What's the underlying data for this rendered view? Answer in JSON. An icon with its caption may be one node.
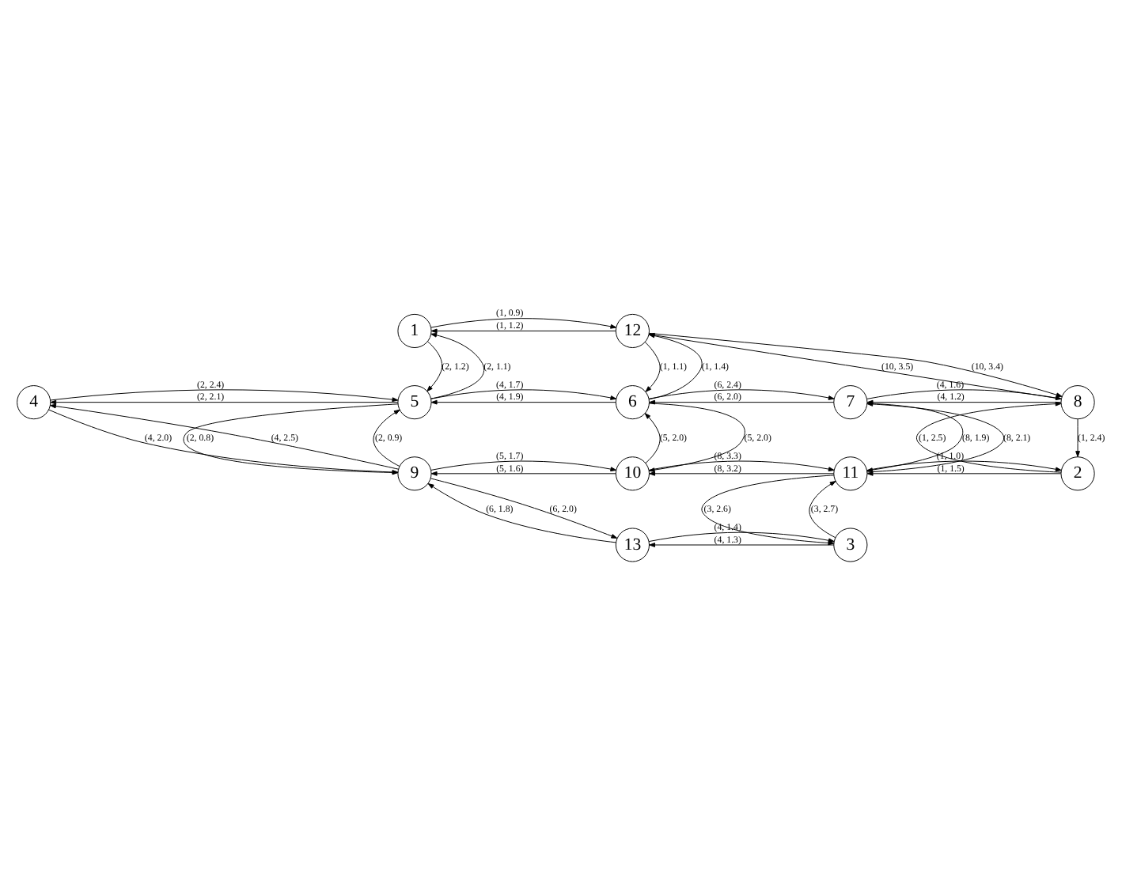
{
  "diagram": {
    "nodes": [
      {
        "text": [
          "1"
        ]
      },
      {
        "text": [
          "12"
        ]
      },
      {
        "text": [
          "4"
        ]
      },
      {
        "text": [
          "5"
        ]
      },
      {
        "text": [
          "6"
        ]
      },
      {
        "text": [
          "7"
        ]
      },
      {
        "text": [
          "8"
        ]
      },
      {
        "text": [
          "9"
        ]
      },
      {
        "text": [
          "10"
        ]
      },
      {
        "text": [
          "11"
        ]
      },
      {
        "text": [
          "2"
        ]
      },
      {
        "text": [
          "13"
        ]
      },
      {
        "text": [
          "3"
        ]
      }
    ],
    "edges": [
      {
        "from": 1,
        "to": 0,
        "arrow": "to",
        "label": "(1, 1.2)"
      },
      {
        "from": 0,
        "to": 1,
        "arrow": "to",
        "label": "(1, 0.9)"
      },
      {
        "from": 0,
        "to": 3,
        "arrow": "to",
        "label": "(2, 1.2)"
      },
      {
        "from": 3,
        "to": 0,
        "arrow": "to",
        "label": "(2, 1.1)"
      },
      {
        "from": 1,
        "to": 4,
        "arrow": "to",
        "label": "(1, 1.1)"
      },
      {
        "from": 4,
        "to": 1,
        "arrow": "to",
        "label": "(1, 1.4)"
      },
      {
        "from": 8,
        "to": 7,
        "arrow": "to",
        "label": "(5, 1.6)"
      },
      {
        "from": 3,
        "to": 2,
        "arrow": "to",
        "label": "(2, 2.1)"
      },
      {
        "from": 2,
        "to": 3,
        "arrow": "to",
        "label": "(2, 2.4)"
      },
      {
        "from": 4,
        "to": 3,
        "arrow": "to",
        "label": "(4, 1.9)"
      },
      {
        "from": 3,
        "to": 4,
        "arrow": "to",
        "label": "(4, 1.7)"
      },
      {
        "from": 5,
        "to": 4,
        "arrow": "to",
        "label": "(6, 2.0)"
      },
      {
        "from": 4,
        "to": 5,
        "arrow": "to",
        "label": "(6, 2.4)"
      },
      {
        "from": 6,
        "to": 5,
        "arrow": "to",
        "label": "(4, 1.2)"
      },
      {
        "from": 5,
        "to": 6,
        "arrow": "to",
        "label": "(4, 1.6)"
      },
      {
        "from": 6,
        "to": 1,
        "arrow": "to",
        "label": "(10, 3.5)"
      },
      {
        "from": 1,
        "to": 6,
        "arrow": "to",
        "label": "(10, 3.4)"
      },
      {
        "from": 7,
        "to": 2,
        "arrow": "to",
        "label": "(4, 2.5)"
      },
      {
        "from": 2,
        "to": 7,
        "arrow": "to",
        "label": "(4, 2.0)"
      },
      {
        "from": 3,
        "to": 7,
        "arrow": "to",
        "label": "(2, 0.8)"
      },
      {
        "from": 7,
        "to": 3,
        "arrow": "to",
        "label": "(2, 0.9)"
      },
      {
        "from": 4,
        "to": 8,
        "arrow": "to",
        "label": "(5, 2.0)"
      },
      {
        "from": 8,
        "to": 4,
        "arrow": "to",
        "label": "(5, 2.0)"
      },
      {
        "from": 5,
        "to": 9,
        "arrow": "to",
        "label": "(8, 1.9)"
      },
      {
        "from": 9,
        "to": 5,
        "arrow": "to",
        "label": "(8, 2.1)"
      },
      {
        "from": 6,
        "to": 10,
        "arrow": "to",
        "label": "(1, 2.4)"
      },
      {
        "from": 10,
        "to": 6,
        "arrow": "to",
        "label": "(1, 2.5)"
      },
      {
        "from": 7,
        "to": 8,
        "arrow": "to",
        "label": "(5, 1.7)"
      },
      {
        "from": 9,
        "to": 8,
        "arrow": "to",
        "label": "(8, 3.2)"
      },
      {
        "from": 8,
        "to": 9,
        "arrow": "to",
        "label": "(8, 3.3)"
      },
      {
        "from": 10,
        "to": 9,
        "arrow": "to",
        "label": "(1, 1.5)"
      },
      {
        "from": 9,
        "to": 10,
        "arrow": "to",
        "label": "(1, 1.0)"
      },
      {
        "from": 11,
        "to": 7,
        "arrow": "to",
        "label": "(6, 1.8)"
      },
      {
        "from": 7,
        "to": 11,
        "arrow": "to",
        "label": "(6, 2.0)"
      },
      {
        "from": 9,
        "to": 12,
        "arrow": "to",
        "label": "(3, 2.6)"
      },
      {
        "from": 12,
        "to": 9,
        "arrow": "to",
        "label": "(3, 2.7)"
      },
      {
        "from": 12,
        "to": 11,
        "arrow": "to",
        "label": "(4, 1.3)"
      },
      {
        "from": 11,
        "to": 12,
        "arrow": "to",
        "label": "(4, 1.4)"
      }
    ]
  }
}
